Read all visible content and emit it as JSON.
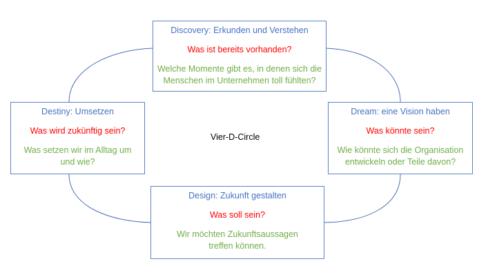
{
  "colors": {
    "border": "#5b82c6",
    "connector": "#4a6fb5",
    "title": "#4472c4",
    "question": "#ff0000",
    "description": "#70ad47",
    "center": "#000000"
  },
  "center": {
    "label": "Vier-D-Circle"
  },
  "boxes": {
    "discovery": {
      "title": "Discovery: Erkunden und Verstehen",
      "question": "Was ist bereits vorhanden?",
      "description": "Welche Momente gibt es, in denen sich die Menschen im Unternehmen toll fühlten?"
    },
    "dream": {
      "title": "Dream: eine Vision haben",
      "question": "Was könnte sein?",
      "description": "Wie könnte sich die Organisation entwickeln oder Teile davon?"
    },
    "design": {
      "title": "Design: Zukunft gestalten",
      "question": "Was soll sein?",
      "description": "Wir möchten Zukunftsaussagen treffen können."
    },
    "destiny": {
      "title": "Destiny: Umsetzen",
      "question": "Was wird zukünftig sein?",
      "description": "Was setzen wir im Alltag um und wie?"
    }
  }
}
